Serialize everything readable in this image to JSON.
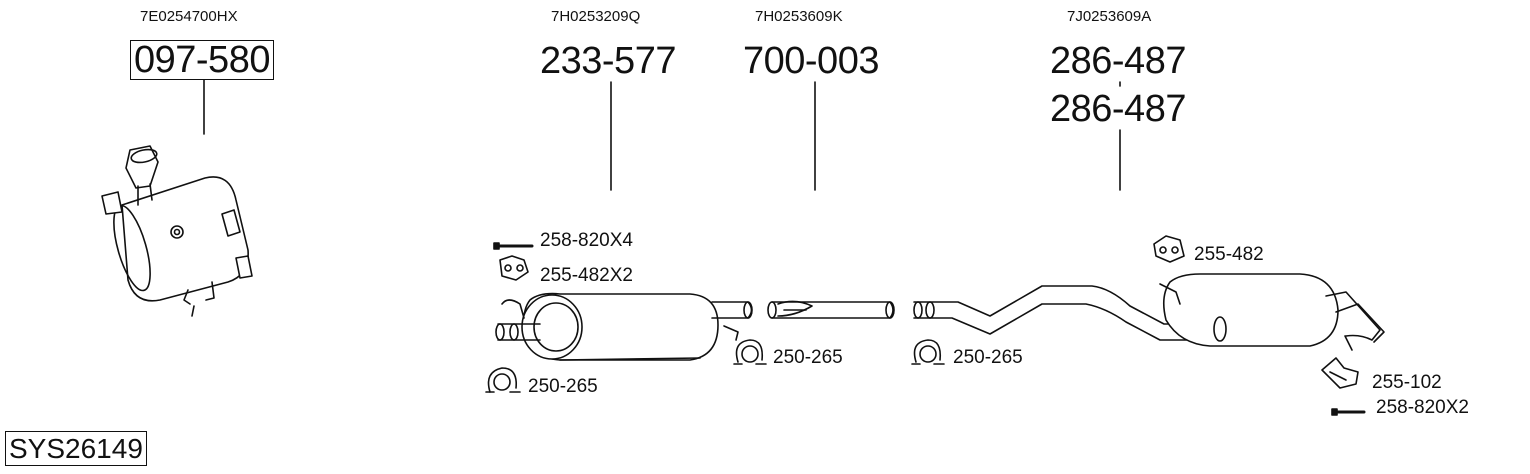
{
  "system_id": "SYS26149",
  "sections": [
    {
      "ref": "7E0254700HX",
      "part": "097-580"
    },
    {
      "ref": "7H0253209Q",
      "part": "233-577"
    },
    {
      "ref": "7H0253609K",
      "part": "700-003"
    },
    {
      "ref": "7J0253609A",
      "part": "286-487",
      "part2": "286-487"
    }
  ],
  "accessories": {
    "bolt_front": "258-820X4",
    "hanger_front": "255-482X2",
    "clamp_front": "250-265",
    "clamp_mid1": "250-265",
    "clamp_mid2": "250-265",
    "hanger_rear": "255-482",
    "bracket_rear": "255-102",
    "bolt_rear": "258-820X2"
  }
}
